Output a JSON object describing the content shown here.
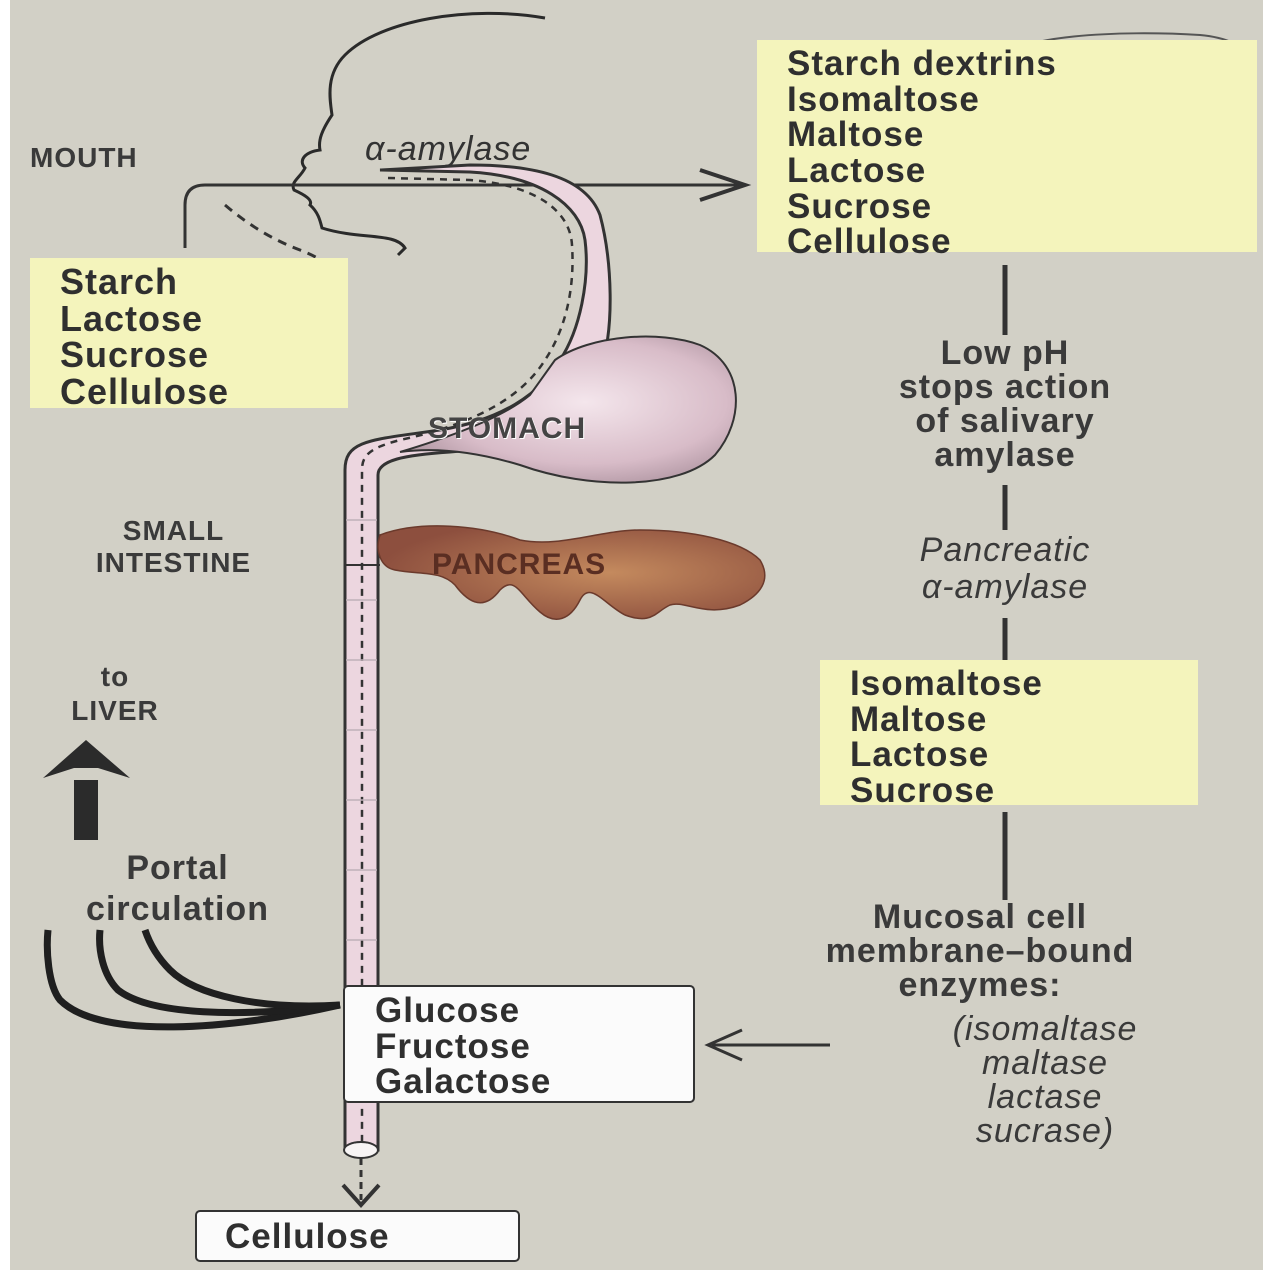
{
  "labels": {
    "mouth": "MOUTH",
    "alpha_amylase": "α-amylase",
    "stomach": "STOMACH",
    "small_intestine": [
      "SMALL",
      "INTESTINE"
    ],
    "pancreas": "PANCREAS",
    "to_liver": [
      "to",
      "LIVER"
    ],
    "portal_circulation": [
      "Portal",
      "circulation"
    ]
  },
  "mouth_box": {
    "items": [
      "Starch",
      "Lactose",
      "Sucrose",
      "Cellulose"
    ]
  },
  "after_saliva_box": {
    "items": [
      "Starch dextrins",
      "Isomaltose",
      "Maltose",
      "Lactose",
      "Sucrose",
      "Cellulose"
    ]
  },
  "low_ph_text": [
    "Low pH",
    "stops action",
    "of salivary",
    "amylase"
  ],
  "pancreatic_text": [
    "Pancreatic",
    "α-amylase"
  ],
  "disaccharide_box": {
    "items": [
      "Isomaltose",
      "Maltose",
      "Lactose",
      "Sucrose"
    ]
  },
  "mucosal_text": [
    "Mucosal cell",
    "membrane–bound",
    "enzymes:"
  ],
  "enzymes_text": [
    "(isomaltase",
    "maltase",
    "lactase",
    "sucrase)"
  ],
  "monosaccharide_box": {
    "items": [
      "Glucose",
      "Fructose",
      "Galactose"
    ]
  },
  "cellulose_out": "Cellulose",
  "colors": {
    "background": "#d2d0c6",
    "yellow_box": "#f4f4bc",
    "gut_tube": "#ecd6df",
    "stomach": "#d9bcc8",
    "pancreas": "#a86a52"
  }
}
